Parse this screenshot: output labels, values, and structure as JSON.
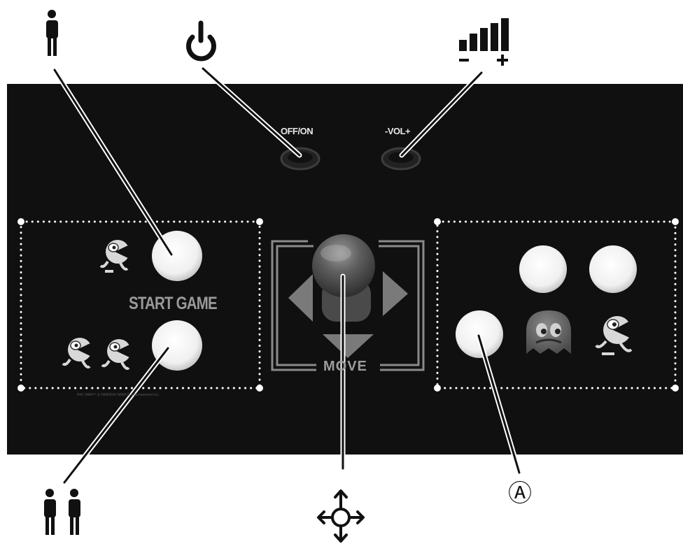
{
  "controls": {
    "power_switch_label": "OFF/ON",
    "volume_switch_label": "-VOL+",
    "start_game_label": "START GAME",
    "move_label": "MOVE",
    "copyright_text": "PAC-MAN™ & ©BANDAI NAMCO Entertainment Inc.",
    "action_button_symbol": "Ⓐ"
  },
  "icons": {
    "one_player": "one-player-icon",
    "two_players": "two-players-icon",
    "power": "power-icon",
    "volume": "volume-bars-icon",
    "joystick_directions": "four-way-arrows-icon",
    "action_button": "circled-a-icon"
  },
  "colors": {
    "panel": "#101010",
    "button": "#f4f4f4",
    "joystick_ball": "#555555",
    "dotted_border": "#ffffff",
    "arrow_gray": "#7a7a7a"
  }
}
